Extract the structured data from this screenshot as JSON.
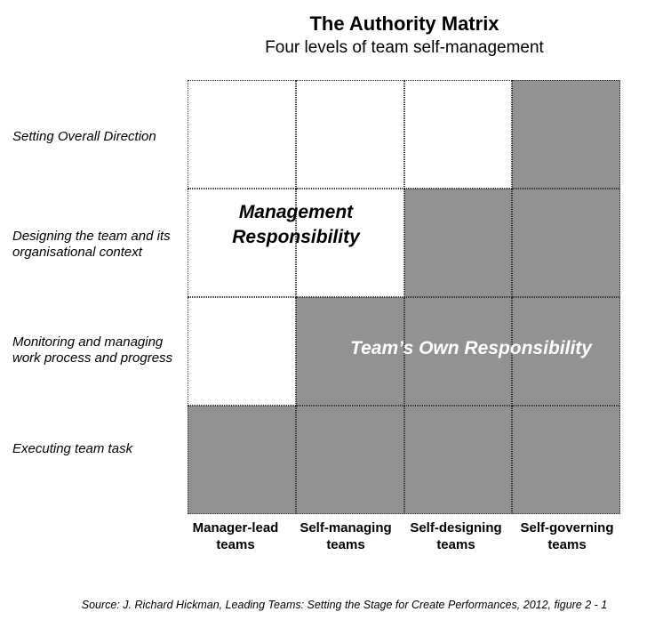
{
  "title": "The Authority Matrix",
  "subtitle": "Four levels of team self-management",
  "rows": [
    "Setting Overall Direction",
    "Designing the team and its organisational context",
    "Monitoring and managing work process and progress",
    "Executing team task"
  ],
  "columns": [
    "Manager-lead teams",
    "Self-managing teams",
    "Self-designing teams",
    "Self-governing teams"
  ],
  "matrix": [
    [
      false,
      false,
      false,
      true
    ],
    [
      false,
      false,
      true,
      true
    ],
    [
      false,
      true,
      true,
      true
    ],
    [
      true,
      true,
      true,
      true
    ]
  ],
  "regions": {
    "management": "Management Responsibility",
    "team": "Team’s Own Responsibility"
  },
  "colors": {
    "shaded": "#929292",
    "unshaded": "#ffffff"
  },
  "source": "Source: J. Richard Hickman, Leading Teams: Setting the Stage for Create Performances, 2012, figure 2 - 1"
}
